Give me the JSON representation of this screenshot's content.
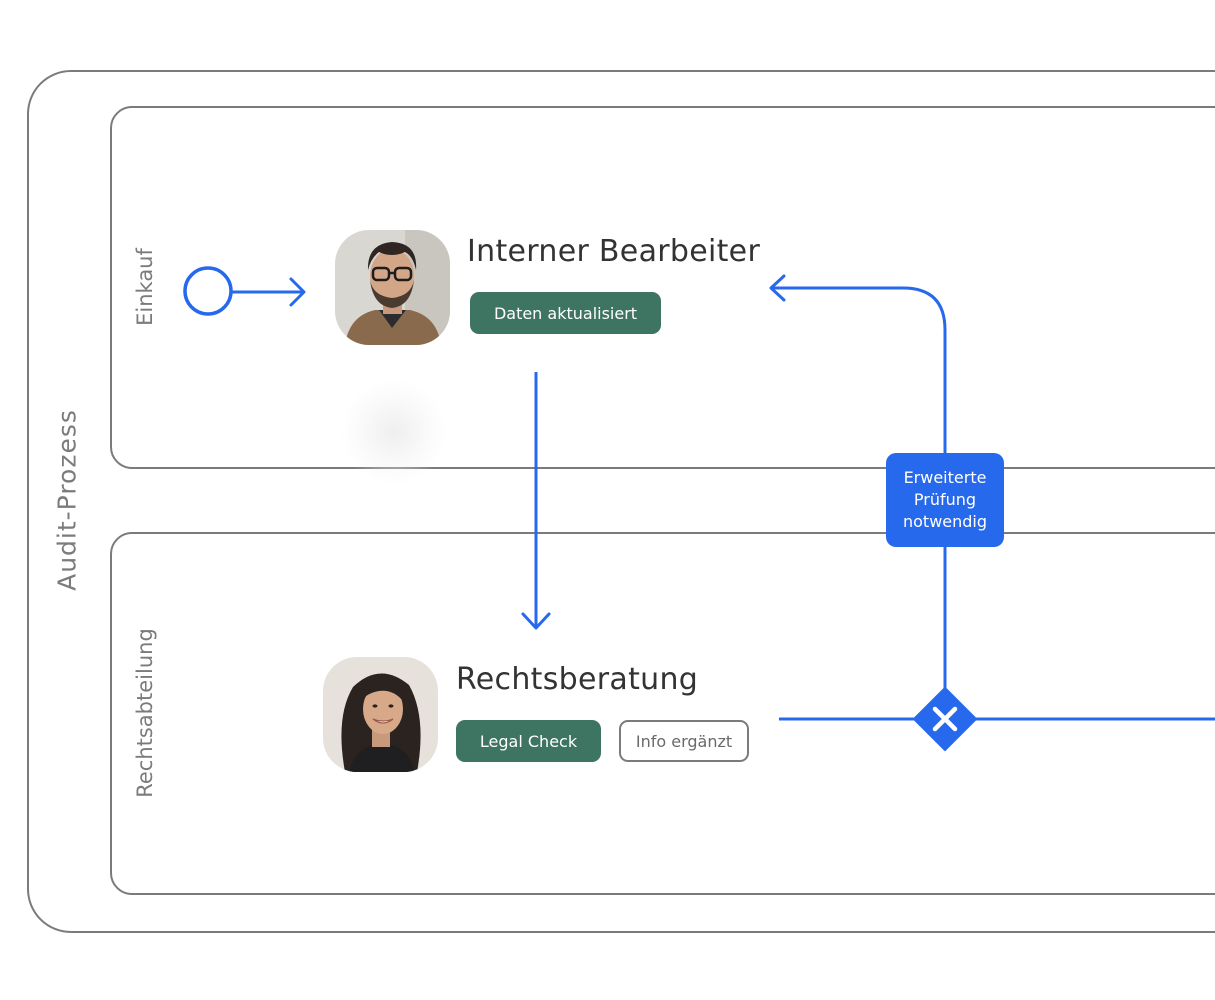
{
  "pool": {
    "label": "Audit-Prozess"
  },
  "lanes": [
    {
      "label": "Einkauf"
    },
    {
      "label": "Rechtsabteilung"
    }
  ],
  "tasks": [
    {
      "title": "Interner Bearbeiter",
      "badges": [
        "Daten aktualisiert"
      ]
    },
    {
      "title": "Rechtsberatung",
      "badges": [
        "Legal Check",
        "Info ergänzt"
      ]
    }
  ],
  "flow_label": "Erweiterte\nPrüfung\nnotwendig",
  "colors": {
    "flow": "#2769ec",
    "badge_green": "#3e7462",
    "border": "#7b7b7b",
    "text": "#333333"
  },
  "icons": {
    "start_event": "start-event-circle-icon",
    "gateway": "exclusive-gateway-x-icon",
    "avatar_1": "man-with-glasses-avatar",
    "avatar_2": "smiling-woman-avatar"
  }
}
